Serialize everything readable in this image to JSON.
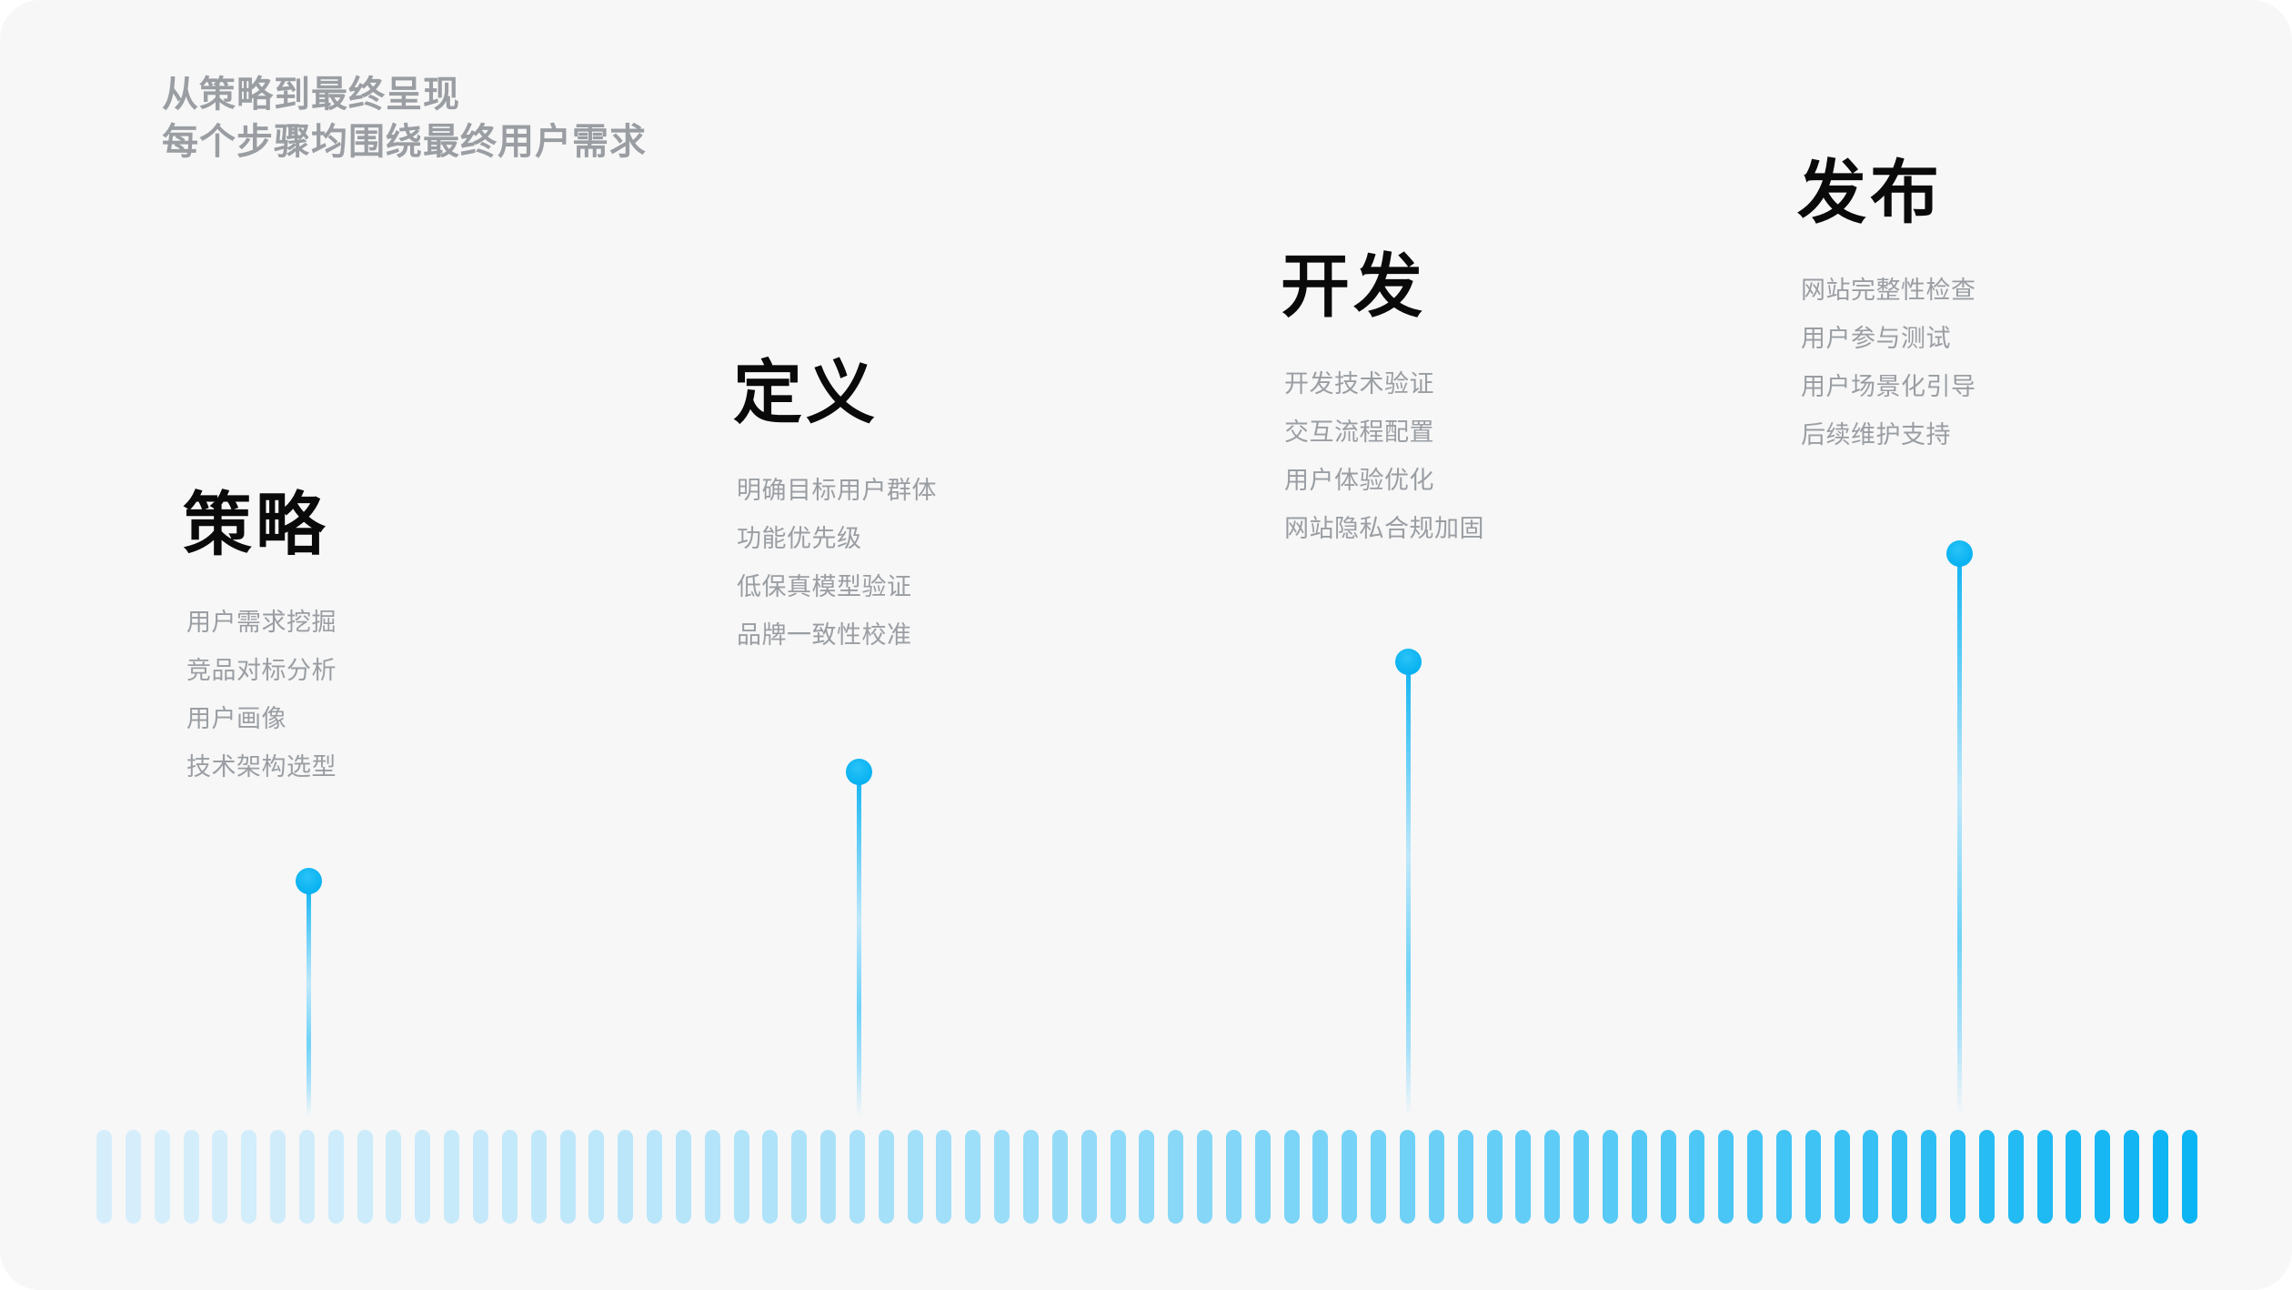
{
  "card": {
    "background_color": "#f7f7f7",
    "corner_radius": "44px"
  },
  "header": {
    "line1": "从策略到最终呈现",
    "line2": "每个步骤均围绕最终用户需求",
    "color": "#9a9ea3"
  },
  "theme": {
    "accent": "#0bb4f2",
    "accent_light": "#bfe8fb",
    "title_color": "#0a0a0a",
    "muted_text": "#9a9ea3"
  },
  "stages": [
    {
      "title": "策略",
      "items": [
        "用户需求挖掘",
        "竞品对标分析",
        "用户画像",
        "技术架构选型"
      ]
    },
    {
      "title": "定义",
      "items": [
        "明确目标用户群体",
        "功能优先级",
        "低保真模型验证",
        "品牌一致性校准"
      ]
    },
    {
      "title": "开发",
      "items": [
        "开发技术验证",
        "交互流程配置",
        "用户体验优化",
        "网站隐私合规加固"
      ]
    },
    {
      "title": "发布",
      "items": [
        "网站完整性检查",
        "用户参与测试",
        "用户场景化引导",
        "后续维护支持"
      ]
    }
  ],
  "bar_strip": {
    "count": 73,
    "start_color": "#d6eefb",
    "end_color": "#0bb4f2"
  }
}
